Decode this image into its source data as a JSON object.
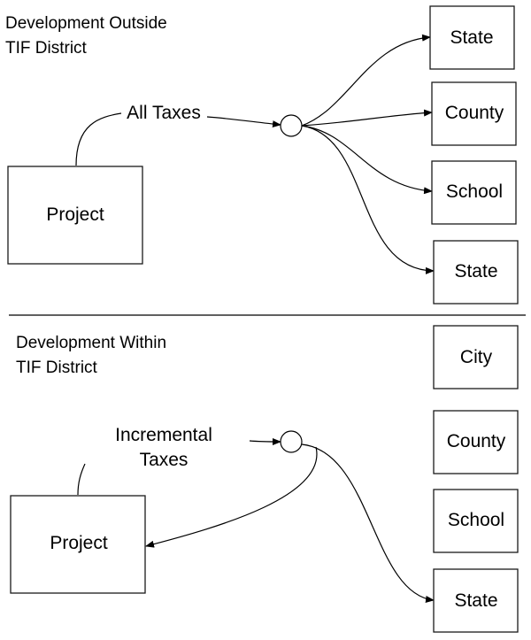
{
  "top": {
    "title_line1": "Development Outside",
    "title_line2": "TIF District",
    "project": "Project",
    "flow_label": "All Taxes",
    "recipients": [
      "State",
      "County",
      "School",
      "State"
    ]
  },
  "bottom": {
    "title_line1": "Development Within",
    "title_line2": "TIF District",
    "project": "Project",
    "flow_label_line1": "Incremental",
    "flow_label_line2": "Taxes",
    "recipients": [
      "City",
      "County",
      "School",
      "State"
    ]
  }
}
